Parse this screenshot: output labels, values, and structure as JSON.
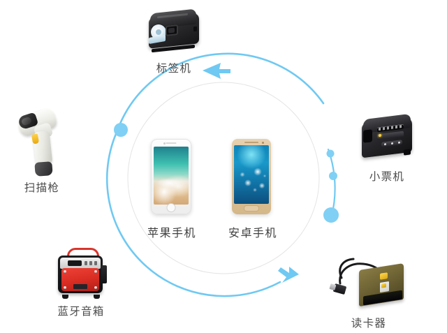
{
  "diagram": {
    "title_present": false,
    "background_color": "#ffffff",
    "accent_color": "#69c6f0",
    "accent_color_dark": "#4cb8ec",
    "dot_color": "#7fd0f4",
    "ring_color": "#e2e2e2",
    "caption_color": "#4b4b4b"
  },
  "center": {
    "devices": [
      {
        "name": "iphone",
        "label": "苹果手机"
      },
      {
        "name": "android-phone",
        "label": "安卓手机"
      }
    ]
  },
  "peripherals": [
    {
      "name": "label-printer",
      "label": "标签机",
      "position": "top"
    },
    {
      "name": "receipt-printer",
      "label": "小票机",
      "position": "right"
    },
    {
      "name": "card-reader",
      "label": "读卡器",
      "position": "bottom-right"
    },
    {
      "name": "bluetooth-speaker",
      "label": "蓝牙音箱",
      "position": "bottom-left"
    },
    {
      "name": "barcode-scanner",
      "label": "扫描枪",
      "position": "left"
    }
  ],
  "orbit": {
    "arrows": [
      {
        "name": "top-arrow",
        "direction": "left"
      },
      {
        "name": "bottom-arrow",
        "direction": "up-right"
      }
    ],
    "dots": [
      {
        "name": "dot-left",
        "size": "large"
      },
      {
        "name": "dot-right-upper",
        "size": "small"
      },
      {
        "name": "dot-right-middle",
        "size": "small"
      },
      {
        "name": "dot-right-lower",
        "size": "large"
      }
    ]
  }
}
